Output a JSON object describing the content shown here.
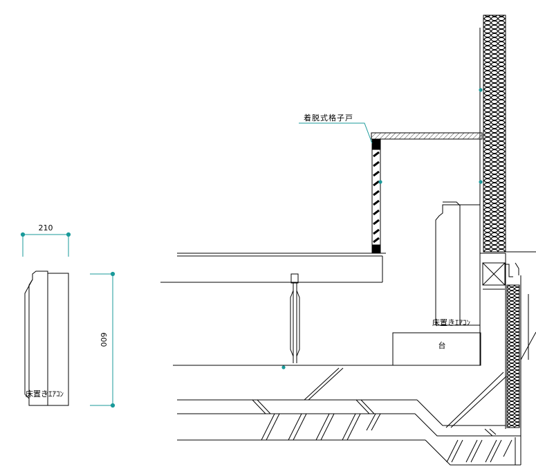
{
  "labels": {
    "grille_door": "着脱式格子戸",
    "floor_ac_main": "床置きｴｱｺﾝ",
    "stand": "台",
    "floor_ac_detail": "床置きｴｱｺﾝ"
  },
  "dimensions": {
    "width": "210",
    "height": "600"
  },
  "colors": {
    "line": "#000000",
    "dimension": "#1a9a9a",
    "background": "#ffffff"
  }
}
